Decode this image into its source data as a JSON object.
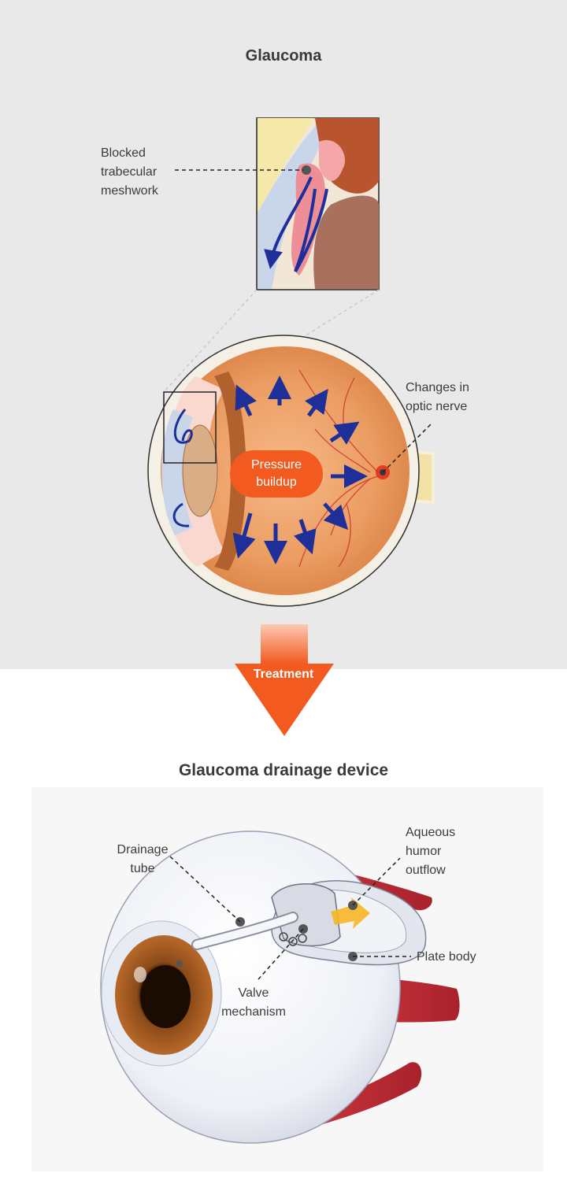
{
  "top_section": {
    "title": "Glaucoma",
    "labels": {
      "blocked_meshwork": [
        "Blocked",
        "trabecular",
        "meshwork"
      ],
      "optic_nerve": [
        "Changes in",
        "optic nerve"
      ],
      "pressure": [
        "Pressure",
        "buildup"
      ]
    }
  },
  "transition": {
    "label": "Treatment"
  },
  "bottom_section": {
    "title": "Glaucoma drainage device",
    "labels": {
      "drainage_tube": [
        "Drainage",
        "tube"
      ],
      "aqueous_outflow": [
        "Aqueous",
        "humor",
        "outflow"
      ],
      "plate_body": [
        "Plate body"
      ],
      "valve_mechanism": [
        "Valve",
        "mechanism"
      ]
    }
  },
  "colors": {
    "accent": "#f25a1f",
    "arrow_blue": "#1e2f9a",
    "muscle_red": "#c8323a",
    "background_gray": "#e9e9e9"
  }
}
